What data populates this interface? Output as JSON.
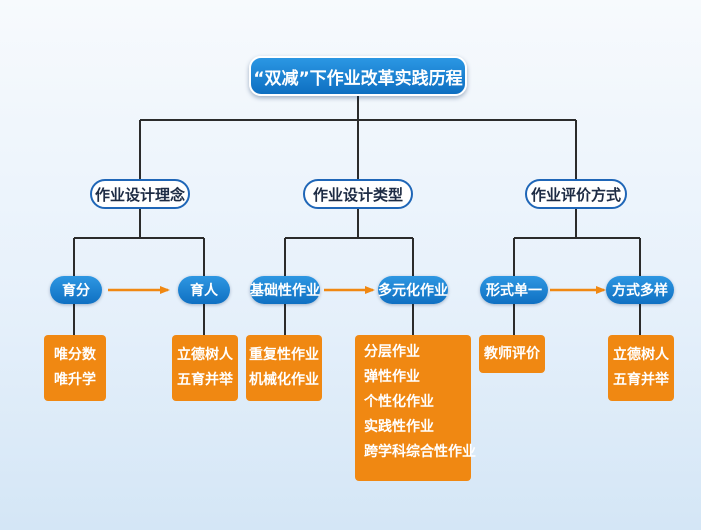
{
  "diagram": {
    "title": "“双减”下作业改革实践历程",
    "categories": [
      {
        "label": "作业设计理念",
        "stages": [
          {
            "label": "育分",
            "items": [
              "唯分数",
              "唯升学"
            ]
          },
          {
            "label": "育人",
            "items": [
              "立德树人",
              "五育并举"
            ]
          }
        ]
      },
      {
        "label": "作业设计类型",
        "stages": [
          {
            "label": "基础性作业",
            "items": [
              "重复性作业",
              "机械化作业"
            ]
          },
          {
            "label": "多元化作业",
            "items": [
              "分层作业",
              "弹性作业",
              "个性化作业",
              "实践性作业",
              "跨学科综合性作业"
            ]
          }
        ]
      },
      {
        "label": "作业评价方式",
        "stages": [
          {
            "label": "形式单一",
            "items": [
              "教师评价"
            ]
          },
          {
            "label": "方式多样",
            "items": [
              "立德树人",
              "五育并举"
            ]
          }
        ]
      }
    ],
    "colors": {
      "blue_node": "#0f70c2",
      "orange_box": "#f08812",
      "connector": "#2b2b2b",
      "arrow": "#f08812"
    }
  }
}
